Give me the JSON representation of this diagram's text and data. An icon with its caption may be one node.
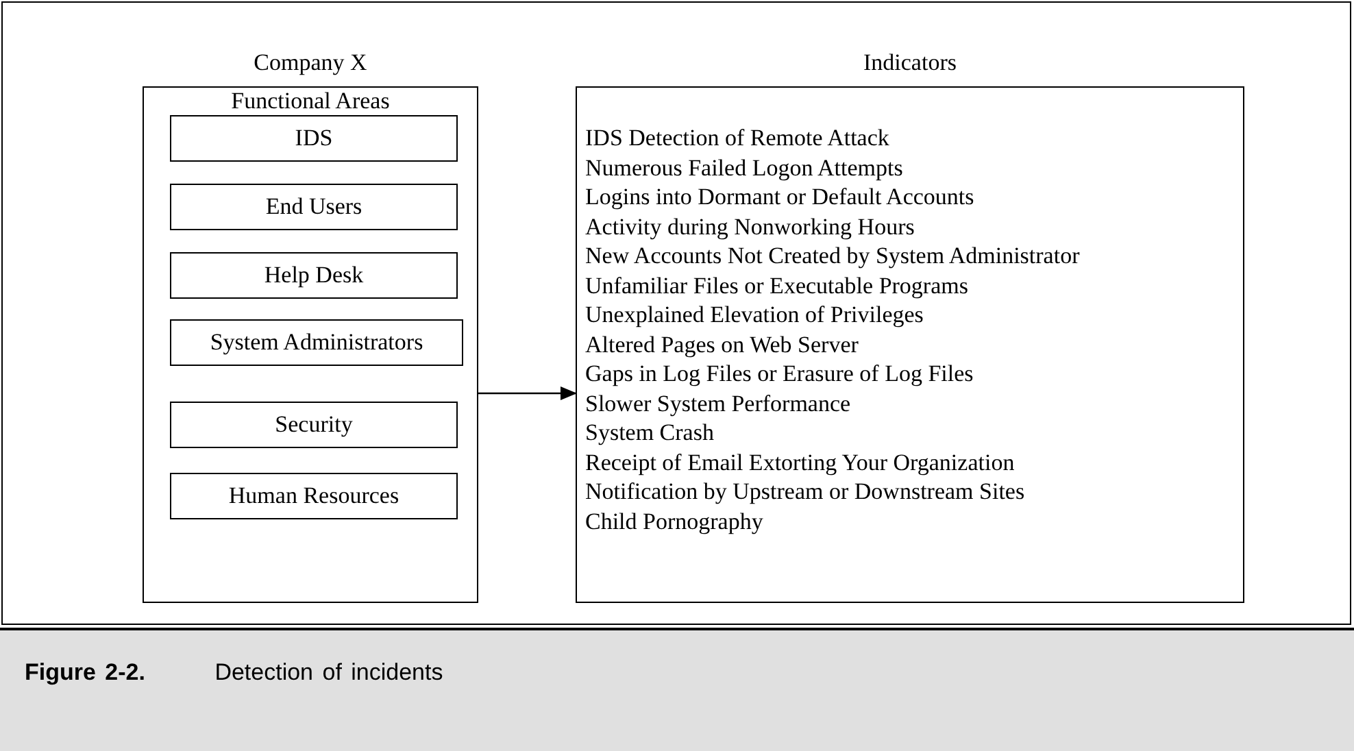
{
  "diagram": {
    "caption": "**Figure 2-2.** Detection of incidents",
    "nodes": [
      {
        "text": [
          "Company X",
          "Functional Areas"
        ]
      },
      {
        "text": [
          "IDS"
        ],
        "in": 0
      },
      {
        "text": [
          "End Users"
        ],
        "in": 0
      },
      {
        "text": [
          "Help Desk"
        ],
        "in": 0
      },
      {
        "text": [
          "System Administrators"
        ],
        "in": 0
      },
      {
        "text": [
          "Security"
        ],
        "in": 0
      },
      {
        "text": [
          "Human Resources"
        ],
        "in": 0
      },
      {
        "text": [
          "Indicators",
          "IDS Detection of Remote Attack",
          "Numerous Failed Logon Attempts",
          "Logins into Dormant or Default Accounts",
          "Activity during Nonworking Hours",
          "New Accounts Not Created by System Administrator",
          "Unfamiliar Files or Executable Programs",
          "Unexplained Elevation of Privileges",
          "Altered Pages on Web Server",
          "Gaps in Log Files or Erasure of Log Files",
          "Slower System Performance",
          "System Crash",
          "Receipt of Email Extorting Your Organization",
          "Notification by Upstream or Downstream Sites",
          "Child Pornography"
        ]
      }
    ],
    "edges": [
      {
        "from": 0,
        "to": 7,
        "arrow": "to"
      }
    ]
  }
}
